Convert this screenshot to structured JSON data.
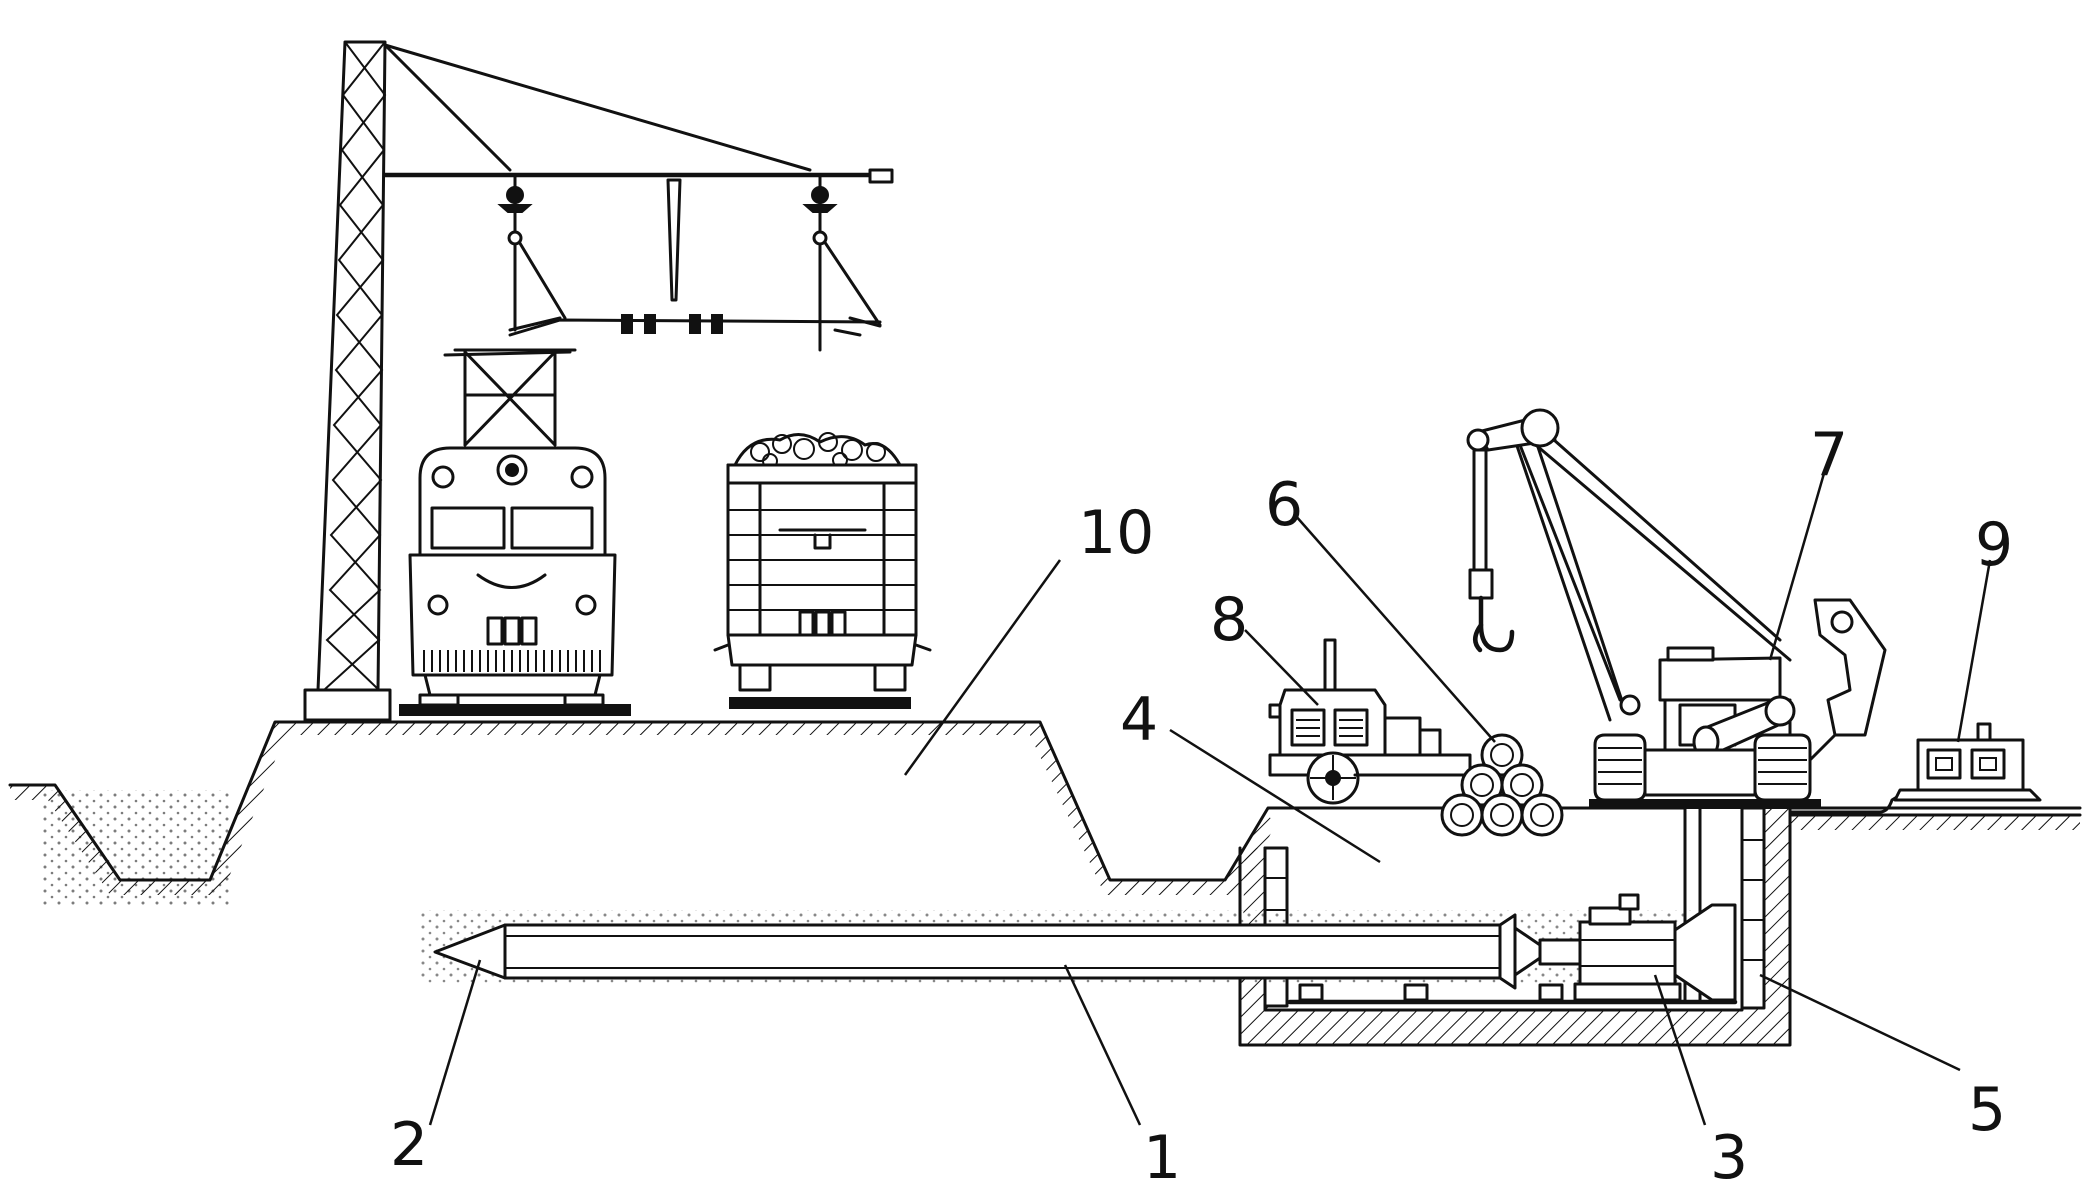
{
  "labels": {
    "pipe": "1",
    "cone_tip": "2",
    "hydraulic_jack": "3",
    "working_pit": "4",
    "thrust_wall": "5",
    "pipe_stack": "6",
    "pipelayer_crane": "7",
    "tractor_compressor": "8",
    "pump_station": "9",
    "railway_embankment": "10"
  },
  "colors": {
    "ink": "#111111",
    "paper": "#ffffff"
  }
}
